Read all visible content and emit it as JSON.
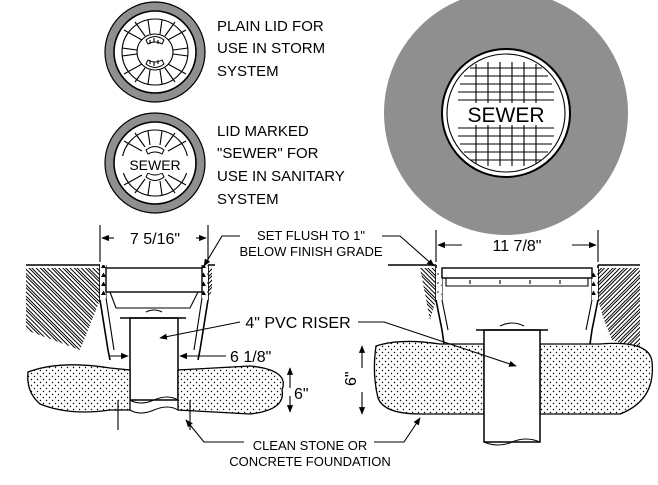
{
  "callouts": {
    "plain_lid": [
      "PLAIN LID FOR",
      "USE IN STORM",
      "SYSTEM"
    ],
    "sewer_lid": [
      "LID MARKED",
      "\"SEWER\" FOR",
      "USE IN SANITARY",
      "SYSTEM"
    ],
    "lid_mark": "SEWER",
    "large_cover_mark": "SEWER",
    "set_flush": [
      "SET FLUSH TO 1\"",
      "BELOW FINISH GRADE"
    ],
    "pvc_riser": "4\" PVC RISER",
    "foundation": [
      "CLEAN STONE OR",
      "CONCRETE FOUNDATION"
    ]
  },
  "dimensions": {
    "small_width": "7 5/16\"",
    "large_width": "11 7/8\"",
    "riser_gap": "6 1/8\"",
    "small_depth": "6\"",
    "large_depth": "6\""
  },
  "colors": {
    "ring": "#8f8f8f",
    "ink": "#000000",
    "paper": "#ffffff"
  }
}
